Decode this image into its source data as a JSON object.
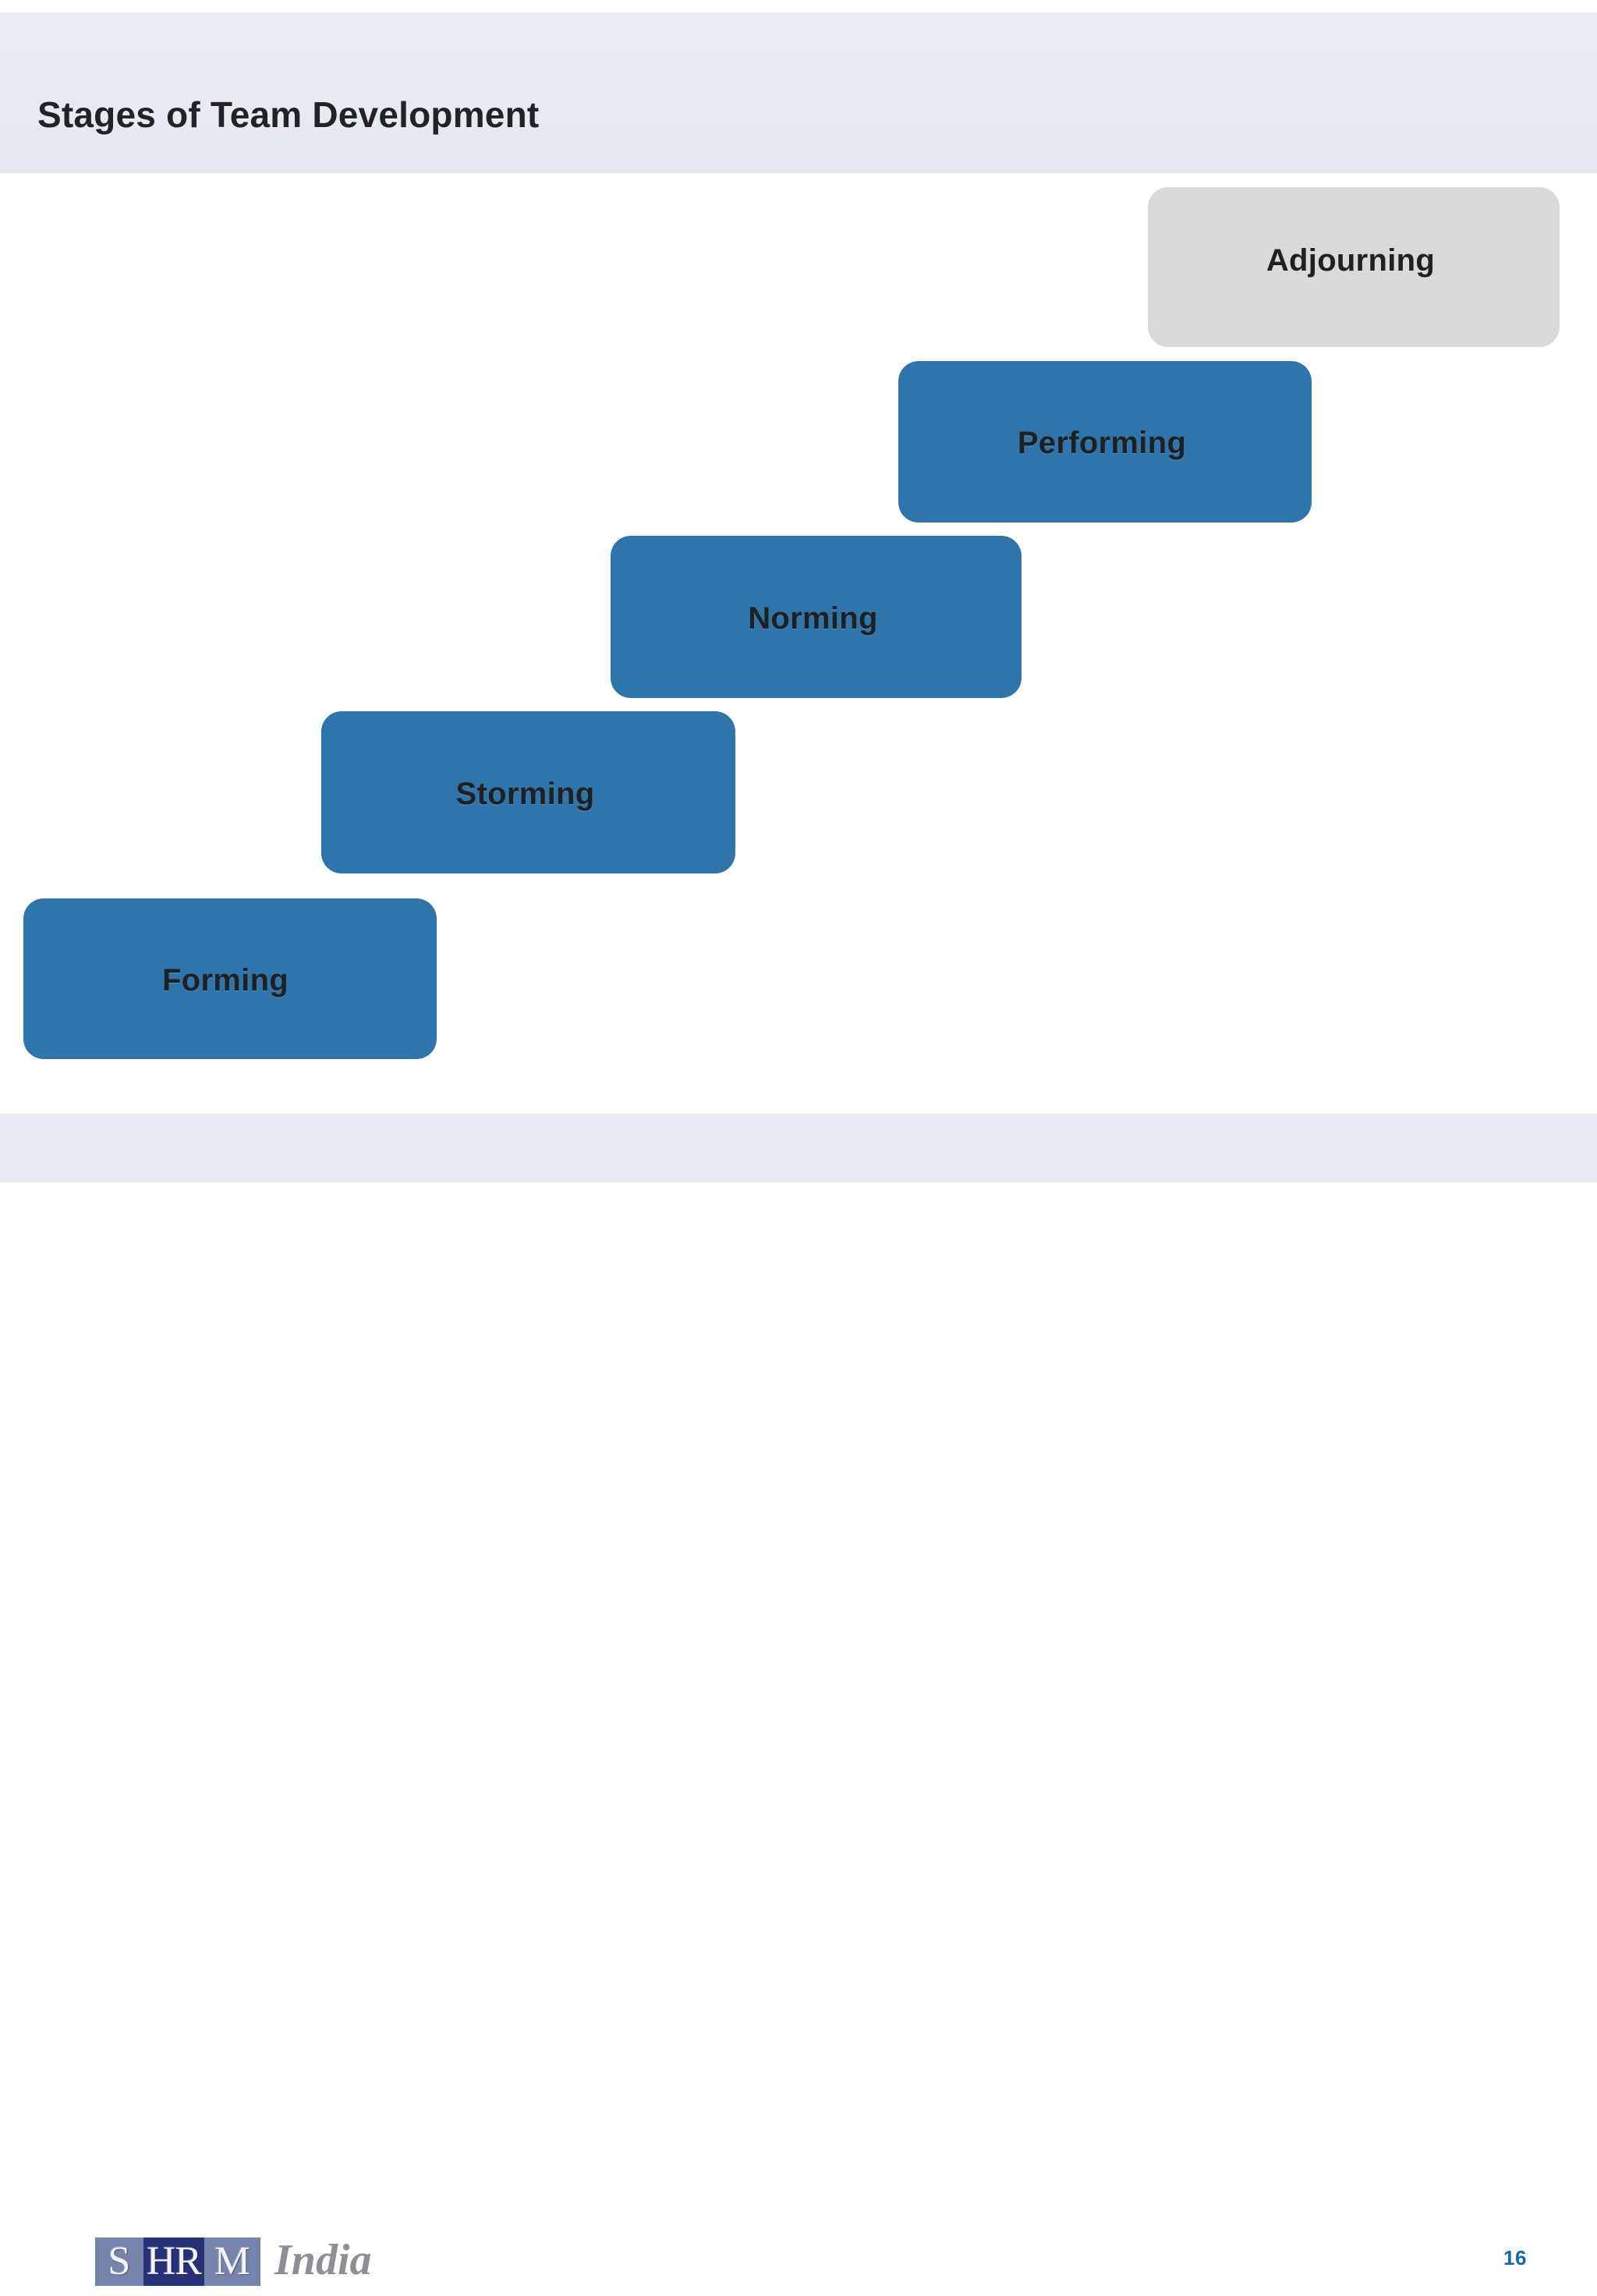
{
  "slide": {
    "title": "Stages of Team Development",
    "background_color": "#ffffff",
    "band_color": "#e8ebf3"
  },
  "stages": [
    {
      "id": "forming",
      "label": "Forming",
      "color": "#2e75ab",
      "text_color": "#1f2022",
      "order": 1
    },
    {
      "id": "storming",
      "label": "Storming",
      "color": "#2e75ab",
      "text_color": "#1f2022",
      "order": 2
    },
    {
      "id": "norming",
      "label": "Norming",
      "color": "#2e75ab",
      "text_color": "#1f2022",
      "order": 3
    },
    {
      "id": "performing",
      "label": "Performing",
      "color": "#2e75ab",
      "text_color": "#1f2022",
      "order": 4
    },
    {
      "id": "adjourning",
      "label": "Adjourning",
      "color": "#d9d9d9",
      "text_color": "#1f2022",
      "order": 5
    }
  ],
  "footer": {
    "logo": {
      "name": "shrm-india-logo",
      "part_s": "S",
      "part_hr": "HR",
      "part_m": "M",
      "part_india": "India",
      "light_block_color": "#7683ab",
      "dark_block_color": "#26317a",
      "india_color": "#8e8e95"
    },
    "page_number": "16",
    "page_number_color": "#1667a9"
  }
}
